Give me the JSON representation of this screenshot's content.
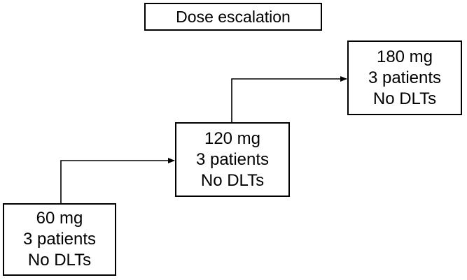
{
  "title": "Dose escalation",
  "steps": [
    {
      "dose": "60 mg",
      "patients": "3 patients",
      "result": "No DLTs"
    },
    {
      "dose": "120 mg",
      "patients": "3 patients",
      "result": "No DLTs"
    },
    {
      "dose": "180 mg",
      "patients": "3 patients",
      "result": "No DLTs"
    }
  ]
}
